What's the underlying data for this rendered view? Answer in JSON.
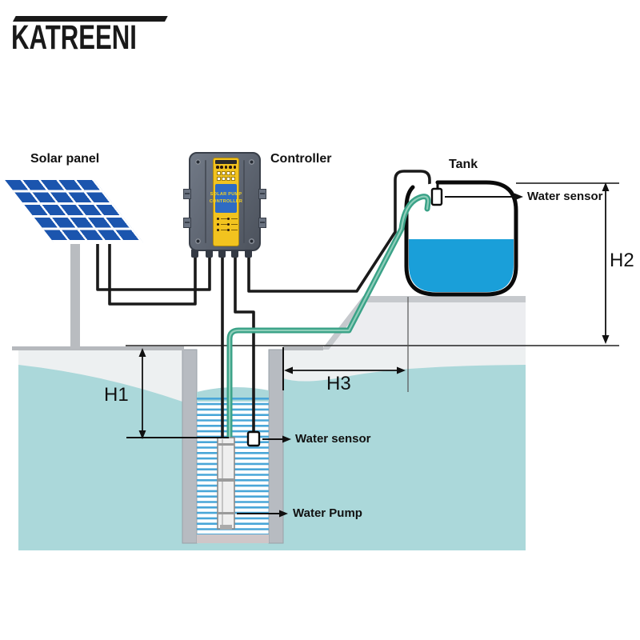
{
  "logo": {
    "text": "KATREENI"
  },
  "labels": {
    "solar_panel": "Solar panel",
    "controller": "Controller",
    "tank": "Tank",
    "tank_water_sensor": "Water sensor",
    "well_water_sensor": "Water sensor",
    "water_pump": "Water Pump"
  },
  "dimensions": {
    "h1": "H1",
    "h2": "H2",
    "h3": "H3"
  },
  "controller_panel": {
    "line1": "SOLAR PUMP",
    "line2": "CONTROLLER"
  },
  "colors": {
    "panel_cell_blue": "#1b55ae",
    "tank_water_blue": "#1a9fd9",
    "ground_teal": "#abd8da",
    "topsoil_gray": "#edf0f1",
    "well_wall_gray": "#b7bbc1",
    "ripple_blue": "#49a6d8",
    "pipe_green": "#3aa287",
    "controller_yellow": "#f2c31f",
    "controller_blue": "#2e6bc4",
    "wire_black": "#1a1a1a"
  }
}
